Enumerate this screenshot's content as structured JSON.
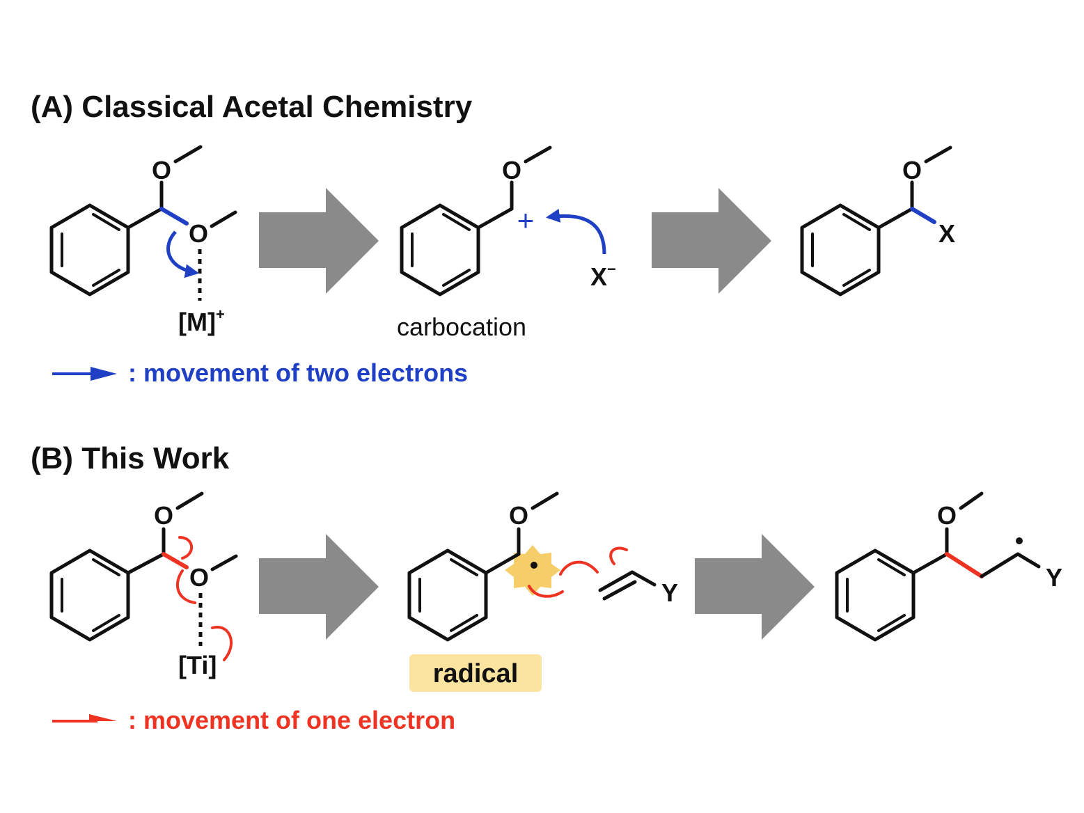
{
  "panel_a": {
    "title": "(A) Classical Acetal Chemistry",
    "atom_o": "O",
    "metal": "[M]",
    "metal_charge": "+",
    "cation_charge": "+",
    "nucleophile": "X",
    "nucleophile_charge": "−",
    "product_atom": "X",
    "intermediate_label": "carbocation",
    "legend_text": ": movement of two electrons",
    "legend_color": "#1f3fc4"
  },
  "panel_b": {
    "title": "(B) This Work",
    "atom_o": "O",
    "metal": "[Ti]",
    "alkene_substituent": "Y",
    "product_substituent": "Y",
    "intermediate_label": "radical",
    "legend_text": ": movement of one electron",
    "legend_color": "#ee3322"
  },
  "colors": {
    "arrow_gray": "#8a8a8a",
    "radical_highlight": "#f3c64f",
    "label_bg": "#fbe3a0"
  }
}
